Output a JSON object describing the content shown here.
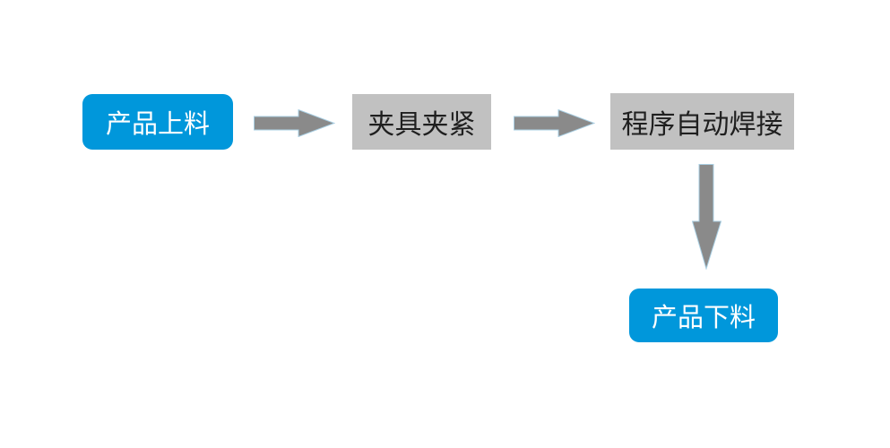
{
  "diagram": {
    "type": "flowchart",
    "background_color": "#FFFFFF",
    "steps": [
      {
        "id": "step-1",
        "label": "产品上料",
        "shape": "rounded-rectangle",
        "fill": "#0097DB",
        "text_color": "#FFFFFF"
      },
      {
        "id": "step-2",
        "label": "夹具夹紧",
        "shape": "rectangle",
        "fill": "#C1C1C1",
        "text_color": "#1F1F1F"
      },
      {
        "id": "step-3",
        "label": "程序自动焊接",
        "shape": "rectangle",
        "fill": "#C1C1C1",
        "text_color": "#1F1F1F"
      },
      {
        "id": "step-4",
        "label": "产品下料",
        "shape": "rounded-rectangle",
        "fill": "#0097DB",
        "text_color": "#FFFFFF"
      }
    ],
    "connectors": [
      {
        "from": "step-1",
        "to": "step-2",
        "direction": "right",
        "color": "#8A8A8A",
        "outline_color": "#A9CFE3"
      },
      {
        "from": "step-2",
        "to": "step-3",
        "direction": "right",
        "color": "#8A8A8A",
        "outline_color": "#A9CFE3"
      },
      {
        "from": "step-3",
        "to": "step-4",
        "direction": "down",
        "color": "#8A8A8A",
        "outline_color": "#A9CFE3"
      }
    ],
    "colors": {
      "accent_blue": "#0097DB",
      "process_gray": "#C1C1C1",
      "arrow_gray": "#8A8A8A"
    }
  }
}
